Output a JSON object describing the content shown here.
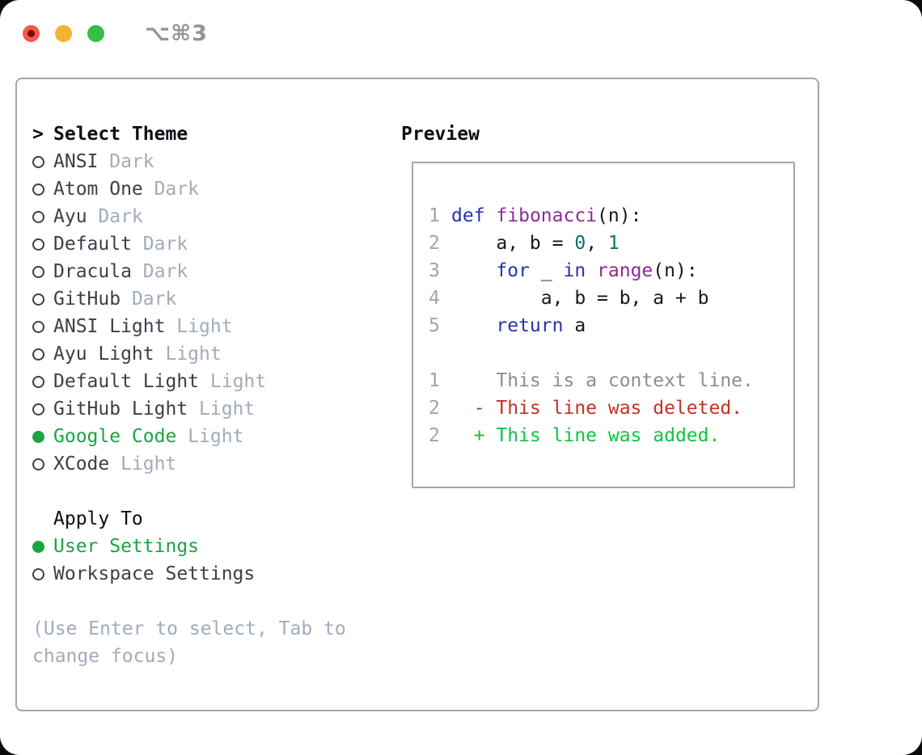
{
  "window": {
    "title": "⌥⌘3"
  },
  "colors": {
    "accent_green": "#18a542",
    "diff_add": "#0ec740",
    "diff_del": "#c53127",
    "diff_context": "#8a8e94",
    "kw_blue": "#2733ab",
    "fn_purple": "#8f2a94",
    "num_teal": "#0e6f6e",
    "code_text": "#16181c",
    "line_num": "#9aa4b4",
    "heading": "#0c0e13",
    "list_text": "#3a3f48",
    "muted": "#a2abb9",
    "border": "#9ea7b3",
    "titlebar_text": "#8e949c",
    "light_red": "#f4594f",
    "light_red_dot": "#7c0b06",
    "light_yellow": "#f5b330",
    "light_green": "#32c046"
  },
  "theme_panel": {
    "cursor": ">",
    "header": "Select Theme",
    "items": [
      {
        "name": "ANSI",
        "variant": "Dark",
        "selected": false
      },
      {
        "name": "Atom One",
        "variant": "Dark",
        "selected": false
      },
      {
        "name": "Ayu",
        "variant": "Dark",
        "selected": false
      },
      {
        "name": "Default",
        "variant": "Dark",
        "selected": false
      },
      {
        "name": "Dracula",
        "variant": "Dark",
        "selected": false
      },
      {
        "name": "GitHub",
        "variant": "Dark",
        "selected": false
      },
      {
        "name": "ANSI Light",
        "variant": "Light",
        "selected": false
      },
      {
        "name": "Ayu Light",
        "variant": "Light",
        "selected": false
      },
      {
        "name": "Default Light",
        "variant": "Light",
        "selected": false
      },
      {
        "name": "GitHub Light",
        "variant": "Light",
        "selected": false
      },
      {
        "name": "Google Code",
        "variant": "Light",
        "selected": true
      },
      {
        "name": "XCode",
        "variant": "Light",
        "selected": false
      }
    ],
    "apply_to": {
      "label": "Apply To",
      "options": [
        {
          "name": "User Settings",
          "selected": true
        },
        {
          "name": "Workspace Settings",
          "selected": false
        }
      ]
    },
    "help_lines": [
      "(Use Enter to select, Tab to",
      "change focus)"
    ]
  },
  "preview": {
    "label": "Preview",
    "code_lines": [
      {
        "num": "1",
        "tokens": [
          [
            "kw",
            "def"
          ],
          [
            "pl",
            " "
          ],
          [
            "fn",
            "fibonacci"
          ],
          [
            "pl",
            "(n):"
          ]
        ]
      },
      {
        "num": "2",
        "tokens": [
          [
            "pl",
            "    a, b = "
          ],
          [
            "nu",
            "0"
          ],
          [
            "pl",
            ", "
          ],
          [
            "nu",
            "1"
          ]
        ]
      },
      {
        "num": "3",
        "tokens": [
          [
            "pl",
            "    "
          ],
          [
            "kw",
            "for"
          ],
          [
            "pl",
            " _ "
          ],
          [
            "kw",
            "in"
          ],
          [
            "pl",
            " "
          ],
          [
            "fn",
            "range"
          ],
          [
            "pl",
            "(n):"
          ]
        ]
      },
      {
        "num": "4",
        "tokens": [
          [
            "pl",
            "        a, b = b, a + b"
          ]
        ]
      },
      {
        "num": "5",
        "tokens": [
          [
            "pl",
            "    "
          ],
          [
            "kw",
            "return"
          ],
          [
            "pl",
            " a"
          ]
        ]
      }
    ],
    "diff_lines": [
      {
        "num": "1",
        "kind": "ctx",
        "text": "    This is a context line."
      },
      {
        "num": "2",
        "kind": "del",
        "text": "  - This line was deleted."
      },
      {
        "num": "2",
        "kind": "add",
        "text": "  + This line was added."
      }
    ]
  }
}
